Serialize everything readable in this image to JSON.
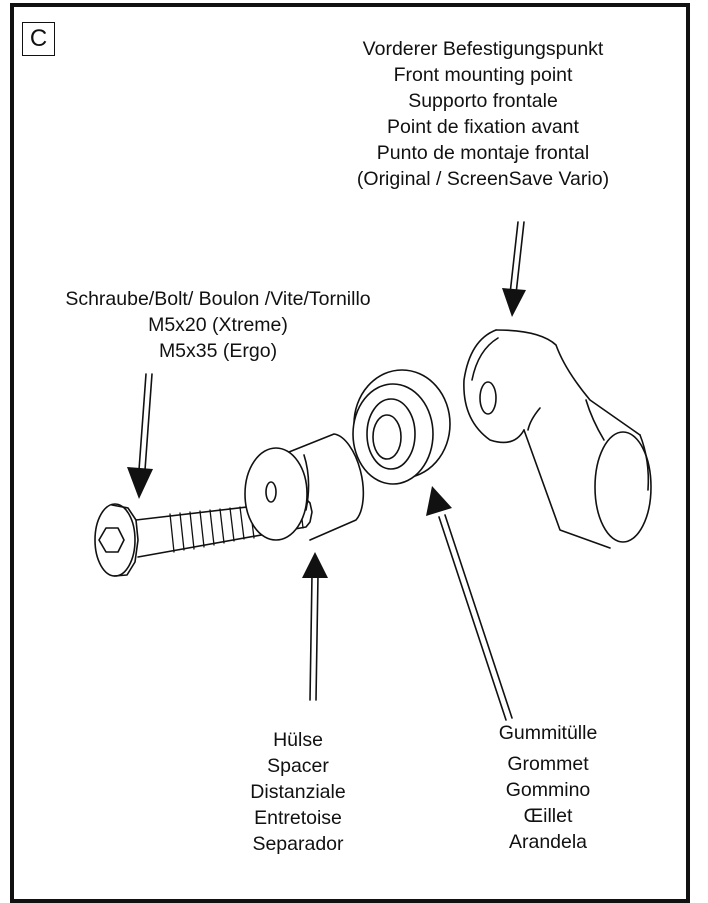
{
  "section_letter": "C",
  "labels": {
    "front_mount": [
      "Vorderer Befestigungspunkt",
      "Front mounting point",
      "Supporto frontale",
      "Point de fixation avant",
      "Punto de montaje frontal",
      "(Original / ScreenSave Vario)"
    ],
    "bolt": [
      "Schraube/Bolt/ Boulon /Vite/Tornillo",
      "M5x20 (Xtreme)",
      "M5x35 (Ergo)"
    ],
    "spacer": [
      "Hülse",
      "Spacer",
      "Distanziale",
      "Entretoise",
      "Separador"
    ],
    "grommet": [
      "Gummitülle",
      "Grommet",
      "Gommino",
      "Œillet",
      "Arandela"
    ]
  }
}
